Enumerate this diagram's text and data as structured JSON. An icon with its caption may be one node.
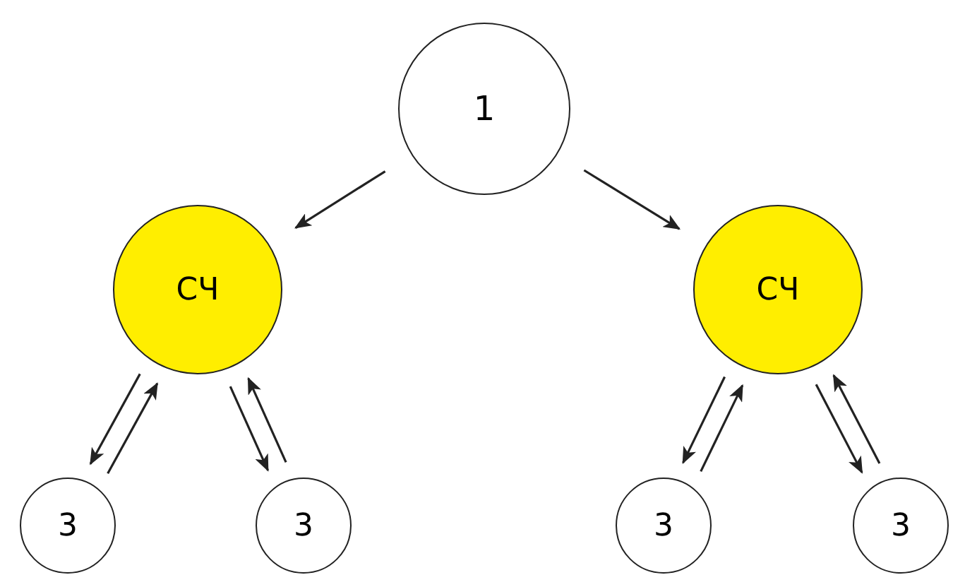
{
  "diagram": {
    "nodes": [
      {
        "text": [
          "1"
        ]
      },
      {
        "text": [
          "СЧ"
        ]
      },
      {
        "text": [
          "СЧ"
        ]
      },
      {
        "text": [
          "3"
        ]
      },
      {
        "text": [
          "3"
        ]
      },
      {
        "text": [
          "3"
        ]
      },
      {
        "text": [
          "3"
        ]
      }
    ],
    "edges": [
      {
        "from": 0,
        "to": 1,
        "arrow": "to"
      },
      {
        "from": 0,
        "to": 2,
        "arrow": "to"
      },
      {
        "from": 1,
        "to": 3,
        "arrow": "to"
      },
      {
        "from": 3,
        "to": 1,
        "arrow": "to"
      },
      {
        "from": 1,
        "to": 4,
        "arrow": "to"
      },
      {
        "from": 4,
        "to": 1,
        "arrow": "to"
      },
      {
        "from": 2,
        "to": 5,
        "arrow": "to"
      },
      {
        "from": 5,
        "to": 2,
        "arrow": "to"
      },
      {
        "from": 2,
        "to": 6,
        "arrow": "to"
      },
      {
        "from": 6,
        "to": 2,
        "arrow": "to"
      }
    ]
  }
}
